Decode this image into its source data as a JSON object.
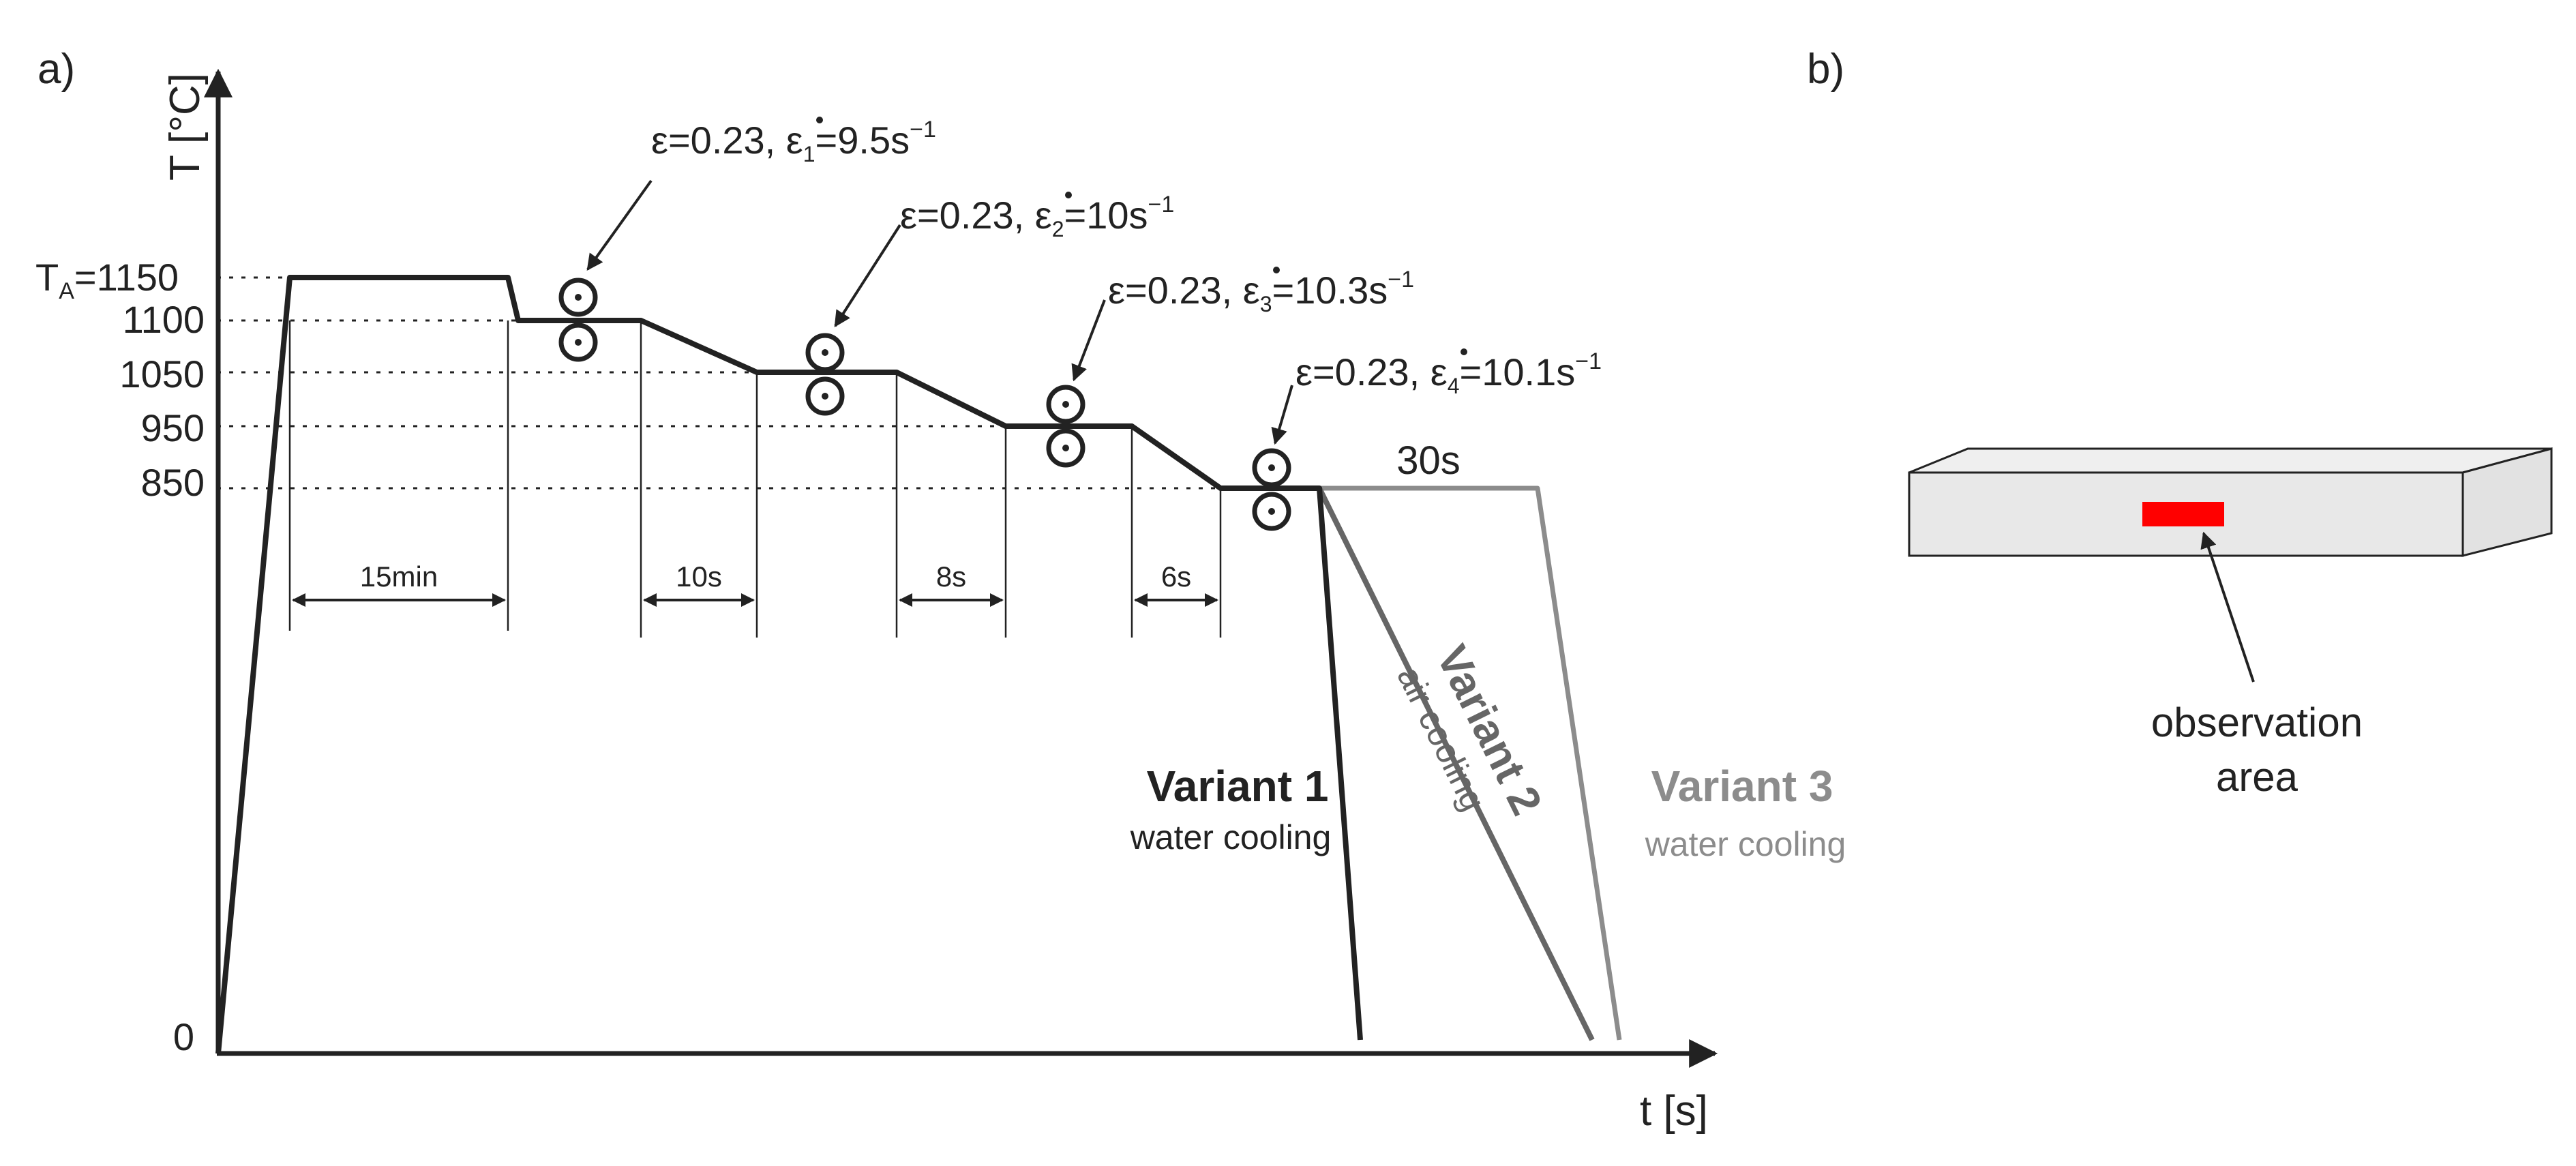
{
  "colors": {
    "dark": "#222222",
    "variant2": "#666666",
    "variant3": "#8c8c8c",
    "specimen_face": "#e8e8e8",
    "observation_marker": "#ff0000"
  },
  "panel_a": {
    "label": "a)",
    "y_axis_label": "T [°C]",
    "x_axis_label": "t [s]",
    "temperature_ticks": {
      "ta_letter": "T",
      "ta_sub": "A",
      "ta_value": "=1150",
      "t1100": "1100",
      "t1050": "1050",
      "t950": "950",
      "t850": "850",
      "t0": "0"
    },
    "passes": [
      {
        "eps": "ε=0.23, ",
        "rate_symbol": "ε",
        "rate_sub": "1",
        "rate_value": "=9.5s",
        "rate_exp": "−1"
      },
      {
        "eps": "ε=0.23, ",
        "rate_symbol": "ε",
        "rate_sub": "2",
        "rate_value": "=10s",
        "rate_exp": "−1"
      },
      {
        "eps": "ε=0.23, ",
        "rate_symbol": "ε",
        "rate_sub": "3",
        "rate_value": "=10.3s",
        "rate_exp": "−1"
      },
      {
        "eps": "ε=0.23, ",
        "rate_symbol": "ε",
        "rate_sub": "4",
        "rate_value": "=10.1s",
        "rate_exp": "−1"
      }
    ],
    "durations": [
      "15min",
      "10s",
      "8s",
      "6s",
      "30s"
    ],
    "variants": [
      {
        "name": "Variant 1",
        "cooling": "water cooling"
      },
      {
        "name": "Variant 2",
        "cooling": "air cooling"
      },
      {
        "name": "Variant 3",
        "cooling": "water cooling"
      }
    ]
  },
  "panel_b": {
    "label": "b)",
    "observation_label_line1": "observation",
    "observation_label_line2": "area"
  }
}
